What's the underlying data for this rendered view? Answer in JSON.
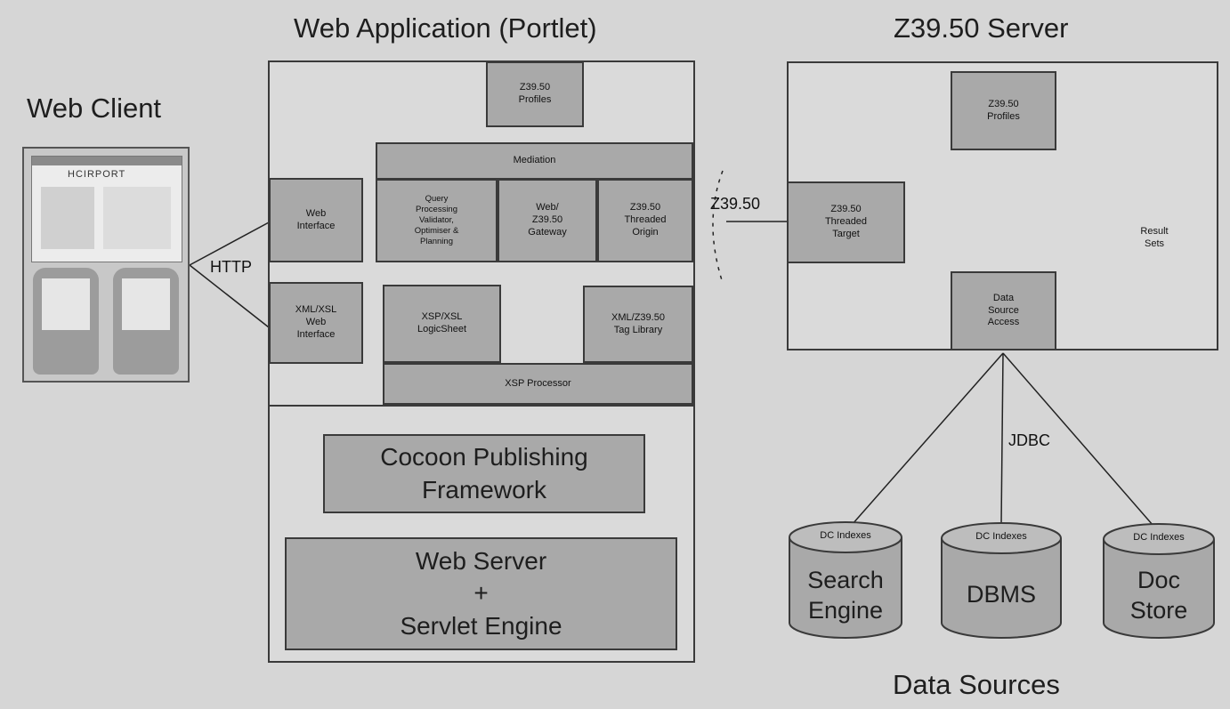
{
  "titles": {
    "web_client": "Web Client",
    "web_application": "Web Application (Portlet)",
    "z3950_server": "Z39.50 Server",
    "data_sources": "Data Sources"
  },
  "web_client": {
    "screenshot_banner": "HCIRPORT"
  },
  "protocols": {
    "http": "HTTP",
    "z3950": "Z39.50",
    "jdbc": "JDBC"
  },
  "web_app": {
    "z3950_profiles": "Z39.50\nProfiles",
    "mediation": "Mediation",
    "web_interface": "Web\nInterface",
    "query_processing": "Query\nProcessing\nValidator,\nOptimiser &\nPlanning",
    "web_z3950_gateway": "Web/\nZ39.50\nGateway",
    "z3950_threaded_origin": "Z39.50\nThreaded\nOrigin",
    "xml_xsl_web_interface": "XML/XSL\nWeb\nInterface",
    "xsp_xsl_logicsheet": "XSP/XSL\nLogicSheet",
    "xml_z3950_tag_library": "XML/Z39.50\nTag Library",
    "xsp_processor": "XSP Processor",
    "cocoon": "Cocoon Publishing\nFramework",
    "web_server": "Web Server\n+\nServlet Engine"
  },
  "z_server": {
    "profiles": "Z39.50\nProfiles",
    "threaded_target": "Z39.50\nThreaded\nTarget",
    "result_sets": "Result\nSets",
    "data_source_access": "Data\nSource\nAccess"
  },
  "data_sources": [
    {
      "index_label": "DC Indexes",
      "name": "Search\nEngine"
    },
    {
      "index_label": "DC Indexes",
      "name": "DBMS"
    },
    {
      "index_label": "DC Indexes",
      "name": "Doc\nStore"
    }
  ],
  "colors": {
    "background": "#d6d6d6",
    "panel": "#dadada",
    "box": "#a9a9a9",
    "border": "#3a3a3a"
  }
}
